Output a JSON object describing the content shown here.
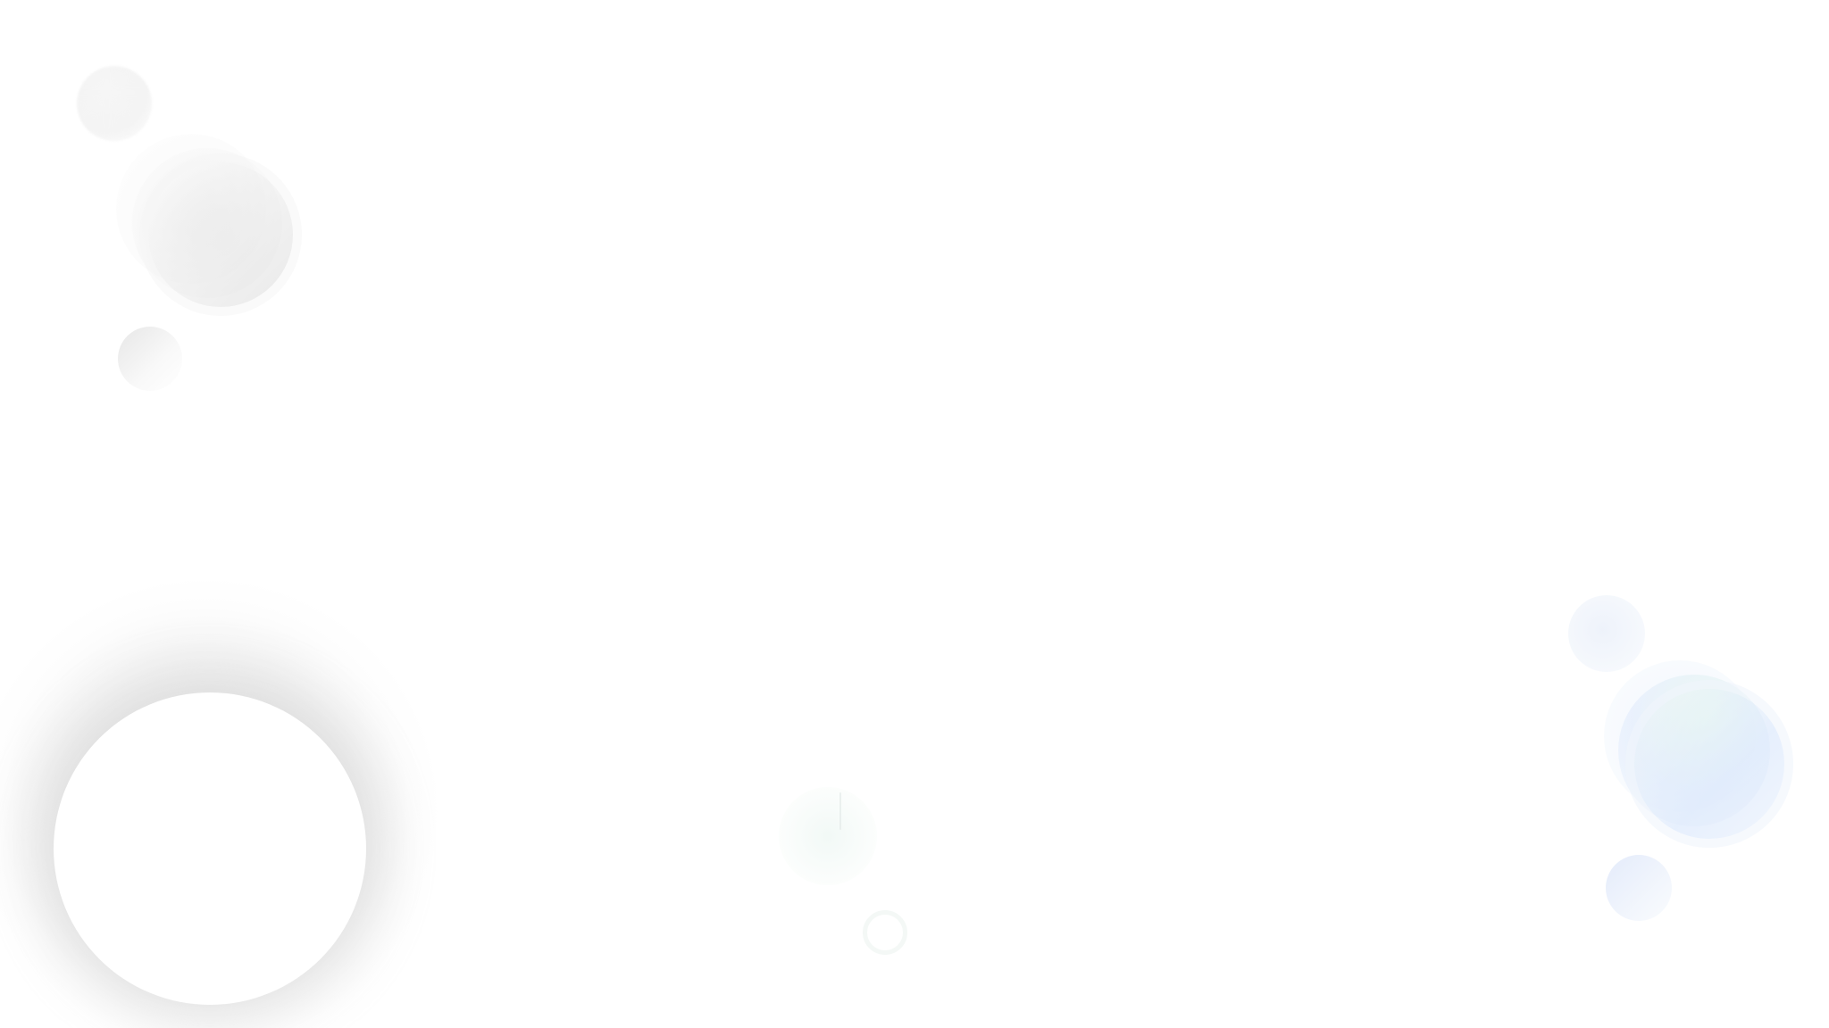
{
  "screen": {
    "background_color": "#ffffff",
    "content": "decorative-circles-only"
  },
  "palette": {
    "grey": "#e6e6e6",
    "soft_grey": "#f5f5f5",
    "shadow_grey": "#cfcfcf",
    "pale_green": "#ecf6f2",
    "pale_blue": "#e2eafa"
  },
  "decorations": {
    "top_left_cluster": {
      "icon": "bubble-cluster-icon",
      "color": "grey"
    },
    "bottom_left_disk": {
      "icon": "shadowed-disk-icon",
      "color": "white"
    },
    "center_circles": {
      "icon": "faint-circle-icon",
      "color": "pale_green"
    },
    "right_cluster": {
      "icon": "bubble-cluster-icon",
      "color": "pale_blue"
    }
  }
}
